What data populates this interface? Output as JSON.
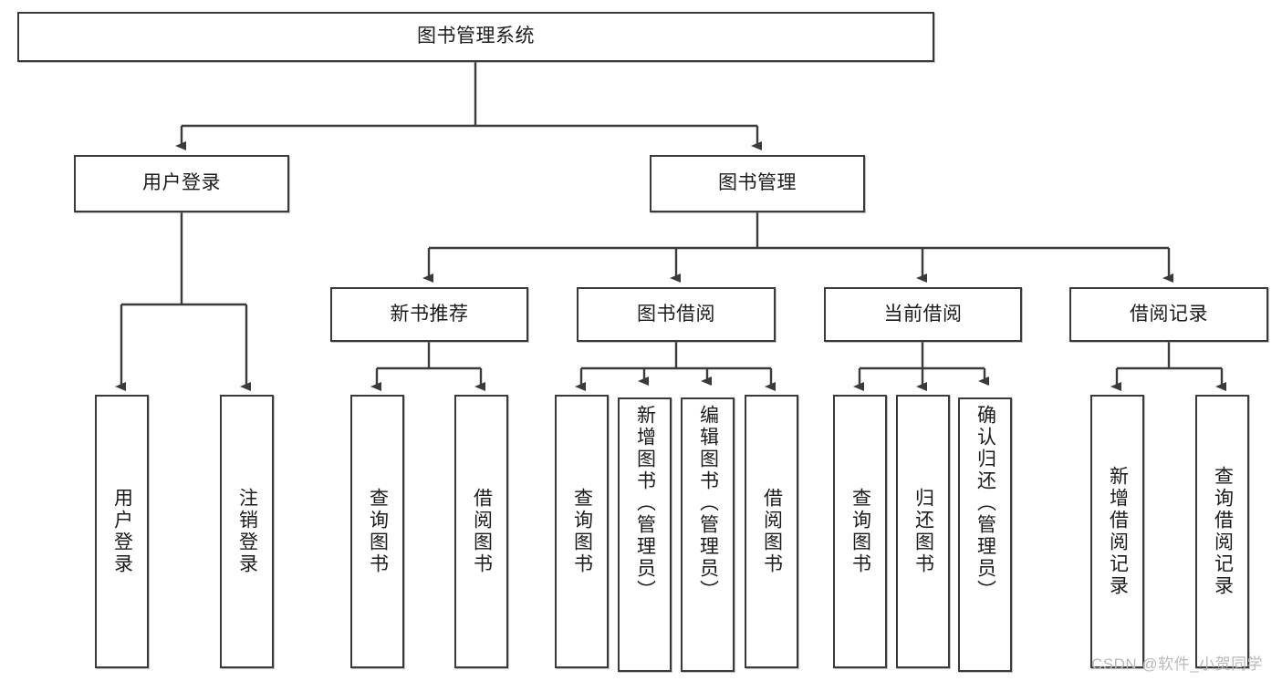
{
  "diagram": {
    "type": "hierarchy-tree",
    "title_node": {
      "id": "root",
      "label": "图书管理系统"
    },
    "level2": [
      {
        "id": "user-login",
        "label": "用户登录"
      },
      {
        "id": "book-manage",
        "label": "图书管理"
      }
    ],
    "level3": [
      {
        "id": "new-book-rec",
        "label": "新书推荐",
        "parent": "book-manage"
      },
      {
        "id": "book-borrow",
        "label": "图书借阅",
        "parent": "book-manage"
      },
      {
        "id": "current-borrow",
        "label": "当前借阅",
        "parent": "book-manage"
      },
      {
        "id": "borrow-record",
        "label": "借阅记录",
        "parent": "book-manage"
      }
    ],
    "leaves": [
      {
        "id": "leaf-user-login",
        "label": "用户登录",
        "parent": "user-login"
      },
      {
        "id": "leaf-user-logout",
        "label": "注销登录",
        "parent": "user-login"
      },
      {
        "id": "leaf-query-book-1",
        "label": "查询图书",
        "parent": "new-book-rec"
      },
      {
        "id": "leaf-borrow-book-1",
        "label": "借阅图书",
        "parent": "new-book-rec"
      },
      {
        "id": "leaf-query-book-2",
        "label": "查询图书",
        "parent": "book-borrow"
      },
      {
        "id": "leaf-add-book",
        "label": "新增图书（管理员）",
        "parent": "book-borrow"
      },
      {
        "id": "leaf-edit-book",
        "label": "编辑图书（管理员）",
        "parent": "book-borrow"
      },
      {
        "id": "leaf-borrow-book-2",
        "label": "借阅图书",
        "parent": "book-borrow"
      },
      {
        "id": "leaf-query-book-3",
        "label": "查询图书",
        "parent": "current-borrow"
      },
      {
        "id": "leaf-return-book",
        "label": "归还图书",
        "parent": "current-borrow"
      },
      {
        "id": "leaf-confirm-return",
        "label": "确认归还（管理员）",
        "parent": "current-borrow"
      },
      {
        "id": "leaf-add-record",
        "label": "新增借阅记录",
        "parent": "borrow-record"
      },
      {
        "id": "leaf-query-record",
        "label": "查询借阅记录",
        "parent": "borrow-record"
      }
    ],
    "colors": {
      "stroke": "#3a3a3a",
      "fill": "#ffffff",
      "text": "#1b1b1b",
      "watermark": "#b9b9b9"
    }
  },
  "watermark": {
    "text": "CSDN @软件_小贺同学"
  }
}
